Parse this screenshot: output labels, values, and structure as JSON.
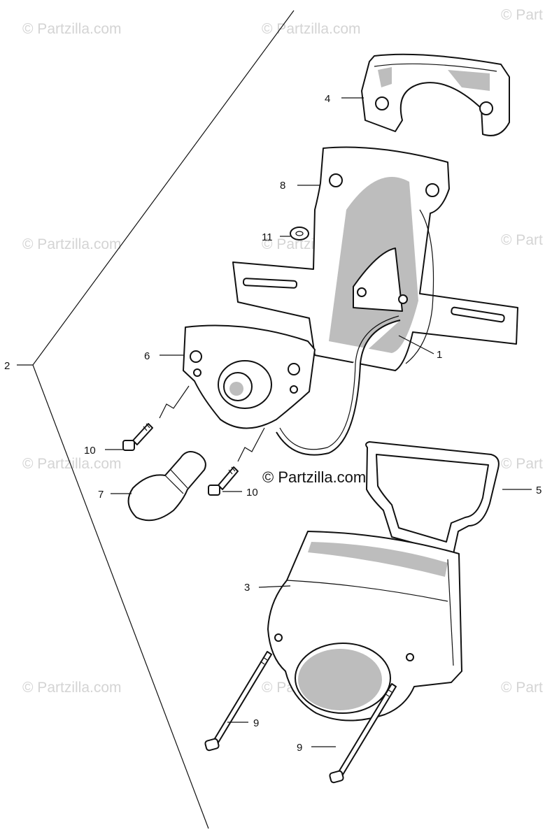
{
  "watermark": {
    "tiles": [
      "© Partzilla.com",
      "© Partzilla.com",
      "© Part",
      "© Partzilla.com",
      "© Partzilla.com",
      "© Part",
      "© Partzilla.com",
      "© Part",
      "© Partzilla.com",
      "© Partzilla.com",
      "© Part"
    ],
    "center": "© Partzilla.com"
  },
  "callouts": [
    "1",
    "2",
    "3",
    "4",
    "5",
    "6",
    "7",
    "8",
    "9",
    "9",
    "10",
    "10",
    "11"
  ]
}
